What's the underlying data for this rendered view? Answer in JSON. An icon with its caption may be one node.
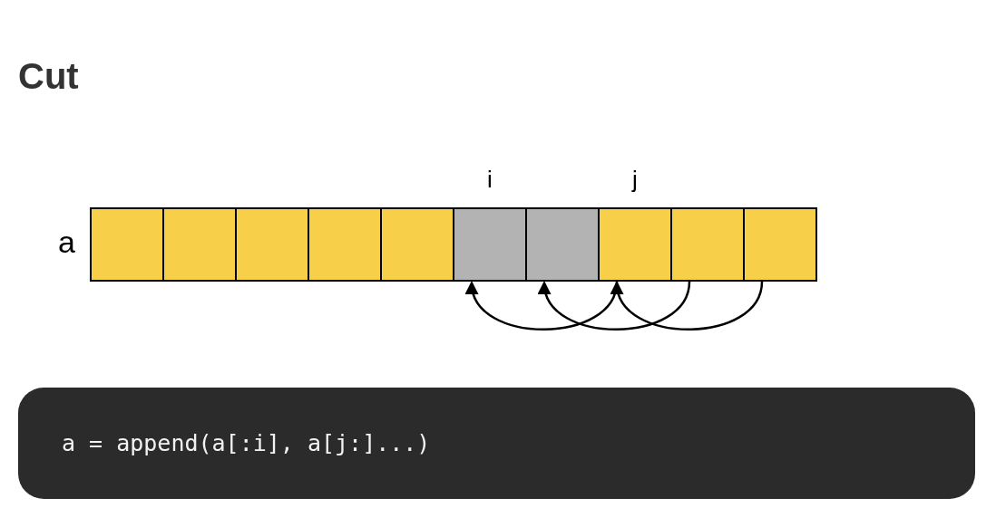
{
  "diagram": {
    "title": "Cut",
    "nodes": [
      {
        "text": [],
        "shape": "box"
      },
      {
        "text": [],
        "shape": "box"
      },
      {
        "text": [],
        "shape": "box"
      },
      {
        "text": [],
        "shape": "box"
      },
      {
        "text": [],
        "shape": "box"
      },
      {
        "text": [],
        "shape": "box",
        "beside": [
          "i"
        ]
      },
      {
        "text": [],
        "shape": "box"
      },
      {
        "text": [],
        "shape": "box",
        "beside": [
          "j"
        ]
      },
      {
        "text": [],
        "shape": "box"
      },
      {
        "text": [],
        "shape": "box"
      },
      {
        "text": [
          "a = append(a[:i], a[j:]...)"
        ]
      }
    ],
    "edges": [
      {
        "from": 7,
        "to": 5,
        "arrow": "to"
      },
      {
        "from": 8,
        "to": 6,
        "arrow": "to"
      },
      {
        "from": 9,
        "to": 7,
        "arrow": "to"
      }
    ],
    "labels": [
      "a"
    ]
  }
}
